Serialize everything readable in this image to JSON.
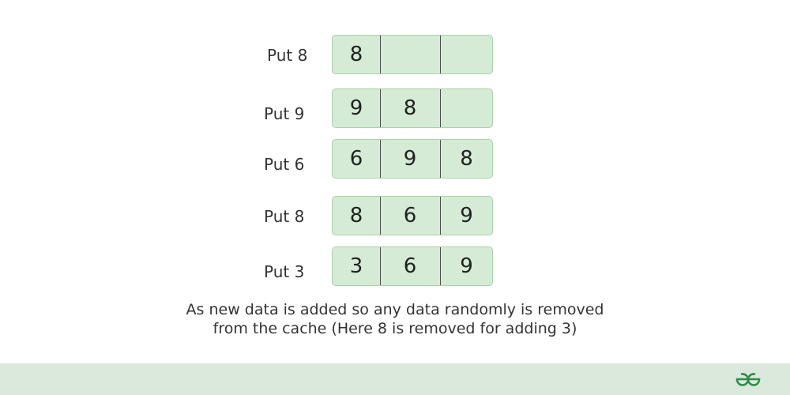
{
  "rows": [
    {
      "label": "Put 8",
      "cells": [
        "8",
        "",
        ""
      ]
    },
    {
      "label": "Put 9",
      "cells": [
        "9",
        "8",
        ""
      ]
    },
    {
      "label": "Put 6",
      "cells": [
        "6",
        "9",
        "8"
      ]
    },
    {
      "label": "Put 8",
      "cells": [
        "8",
        "6",
        "9"
      ]
    },
    {
      "label": "Put 3",
      "cells": [
        "3",
        "6",
        "9"
      ]
    }
  ],
  "caption": {
    "line1": "As new data is added so any data randomly is removed",
    "line2": "from the cache (Here 8 is removed for adding 3)"
  },
  "colors": {
    "cache_fill": "#d5ebd5",
    "cache_border": "#a8d2a8",
    "footer_bg": "#dbe8dc",
    "logo": "#2f8d46"
  },
  "footer": {
    "logo_icon": "gfg-logo-icon"
  }
}
